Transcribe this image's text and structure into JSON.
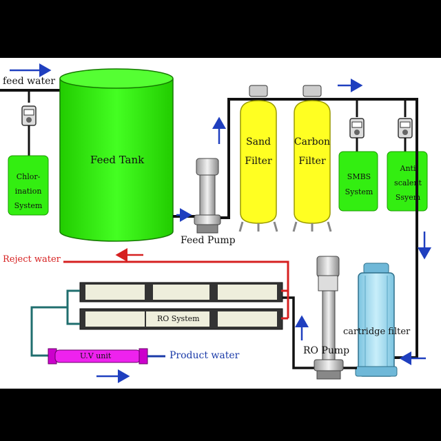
{
  "labels": {
    "feed_water": "feed water",
    "feed_tank": "Feed Tank",
    "chlorination": [
      "Chlor-",
      "ination",
      "System"
    ],
    "feed_pump": "Feed Pump",
    "sand_filter": [
      "Sand",
      "Filter"
    ],
    "carbon_filter": [
      "Carbon",
      "Filter"
    ],
    "smbs": [
      "SMBS",
      "System"
    ],
    "antiscalent": [
      "Anti",
      "scalent",
      "Ssyem"
    ],
    "reject_water": "Reject water",
    "ro_system": "RO System",
    "ro_pump": "RO Pump",
    "cartridge_filter": "cartridge filter",
    "uv_unit": "U.V unit",
    "product_water": "Product water"
  },
  "colors": {
    "tank_green": "#33ee11",
    "filter_yellow": "#ffff22",
    "arrow_blue": "#1f3fbf",
    "reject_red": "#d62020",
    "product_blue": "#1a3aa8",
    "uv_magenta": "#ee22ee",
    "teal_pipe": "#1f6e6e",
    "cartridge_blue": "#9fd6ee"
  }
}
